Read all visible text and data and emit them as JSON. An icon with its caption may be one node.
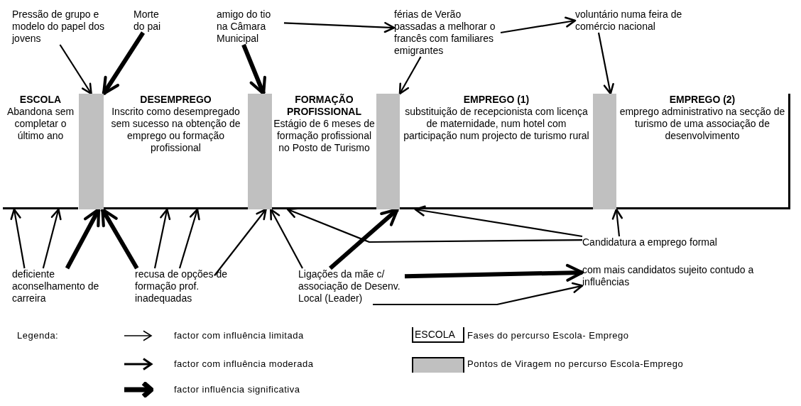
{
  "diagram": {
    "nodes": [
      {
        "text": [
          "Pressão de grupo e modelo do papel dos jovens"
        ]
      },
      {
        "text": [
          "Morte do pai"
        ]
      },
      {
        "text": [
          "amigo do tio na Câmara Municipal"
        ]
      },
      {
        "text": [
          "férias de Verão passadas a melhorar o francês com familiares emigrantes"
        ]
      },
      {
        "text": [
          "voluntário numa feira de comércio nacional"
        ]
      },
      {
        "text": [
          "ESCOLA",
          "Abandona sem completar o último ano"
        ]
      },
      {
        "text": [],
        "shape": "bar"
      },
      {
        "text": [
          "DESEMPREGO",
          "Inscrito como desempregado sem sucesso na obtenção de emprego ou formação profissional"
        ]
      },
      {
        "text": [],
        "shape": "bar"
      },
      {
        "text": [
          "FORMAÇÃO PROFISSIONAL",
          "Estágio de 6 meses de formação profissional no Posto de Turismo"
        ]
      },
      {
        "text": [],
        "shape": "bar"
      },
      {
        "text": [
          "EMPREGO (1)",
          "substituição de recepcionista com licença de maternidade, num hotel com participação num projecto de turismo rural"
        ]
      },
      {
        "text": [],
        "shape": "bar"
      },
      {
        "text": [
          "EMPREGO (2)",
          "emprego administrativo na secção de turismo de uma associação de desenvolvimento"
        ]
      },
      {
        "text": [
          "deficiente aconselhamento de carreira"
        ]
      },
      {
        "text": [
          "recusa de opções de formação prof. inadequadas"
        ]
      },
      {
        "text": [
          "Ligações da mãe c/ associação de Desenv. Local (Leader)"
        ]
      },
      {
        "text": [
          "Candidatura a emprego formal"
        ]
      },
      {
        "text": [
          "com mais candidatos sujeito contudo a influências"
        ]
      }
    ],
    "edges": [
      {
        "from": 14,
        "to": 5,
        "arrow": "to"
      },
      {
        "from": 14,
        "to": 5,
        "arrow": "to"
      },
      {
        "from": 14,
        "to": 6,
        "arrow": "to",
        "style": "thick"
      },
      {
        "from": 15,
        "to": 6,
        "arrow": "to",
        "style": "thick"
      },
      {
        "from": 15,
        "to": 7,
        "arrow": "to"
      },
      {
        "from": 15,
        "to": 7,
        "arrow": "to"
      },
      {
        "from": 15,
        "to": 8,
        "arrow": "to"
      },
      {
        "from": 16,
        "to": 8,
        "arrow": "to"
      },
      {
        "from": 16,
        "to": 10,
        "arrow": "to",
        "style": "thick"
      },
      {
        "from": 17,
        "to": 9,
        "arrow": "to"
      },
      {
        "from": 17,
        "to": 11,
        "arrow": "to"
      },
      {
        "from": 17,
        "to": 12,
        "arrow": "to"
      },
      {
        "from": 16,
        "to": 18,
        "arrow": "to",
        "style": "thick"
      },
      {
        "from": 16,
        "to": 18,
        "arrow": "to"
      },
      {
        "from": 0,
        "to": 6,
        "arrow": "to"
      },
      {
        "from": 1,
        "to": 6,
        "arrow": "to",
        "style": "thick"
      },
      {
        "from": 2,
        "to": 8,
        "arrow": "to",
        "style": "thick"
      },
      {
        "from": 2,
        "to": 3,
        "arrow": "to"
      },
      {
        "from": 3,
        "to": 10,
        "arrow": "to"
      },
      {
        "from": 3,
        "to": 4,
        "arrow": "to"
      },
      {
        "from": 4,
        "to": 12,
        "arrow": "to"
      }
    ],
    "labels": [
      "Legenda:",
      "ESCOLA"
    ],
    "legend": [
      {
        "text": "factor com influência limitada"
      },
      {
        "text": "factor com influência moderada"
      },
      {
        "text": "factor influência significativa"
      },
      {
        "text": "Fases do percurso Escola- Emprego"
      },
      {
        "text": "Pontos de Viragem no percurso Escola-Emprego",
        "color": "#c0c0c0"
      }
    ]
  }
}
